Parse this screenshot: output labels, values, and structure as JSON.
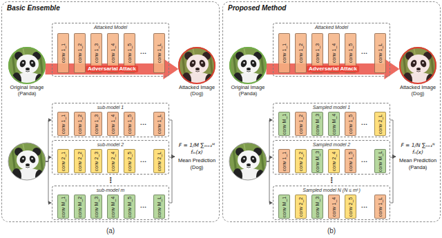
{
  "diagram": {
    "nodes": [
      {
        "text": [
          "Basic Ensemble"
        ]
      },
      {
        "text": [
          "Original Image (Panda)"
        ],
        "in": 0
      },
      {
        "text": [
          "Attacked Model"
        ],
        "in": 0
      },
      {
        "text": [
          "conv 1_1"
        ],
        "in": 2
      },
      {
        "text": [
          "conv 1_2"
        ],
        "in": 2
      },
      {
        "text": [
          "conv 1_3"
        ],
        "in": 2
      },
      {
        "text": [
          "conv 1_4"
        ],
        "in": 2
      },
      {
        "text": [
          "conv 1_5"
        ],
        "in": 2
      },
      {
        "text": [
          "conv 1_L"
        ],
        "in": 2
      },
      {
        "text": [
          "Attacked Image (Dog)"
        ],
        "in": 0
      },
      {
        "text": [
          "sub-model 1"
        ],
        "in": 0
      },
      {
        "text": [
          "conv 1_1"
        ],
        "in": 10
      },
      {
        "text": [
          "conv 1_2"
        ],
        "in": 10
      },
      {
        "text": [
          "conv 1_3"
        ],
        "in": 10
      },
      {
        "text": [
          "conv 1_4"
        ],
        "in": 10
      },
      {
        "text": [
          "conv 1_5"
        ],
        "in": 10
      },
      {
        "text": [
          "conv 1_L"
        ],
        "in": 10
      },
      {
        "text": [
          "sub-model 2"
        ],
        "in": 0
      },
      {
        "text": [
          "conv 2_1"
        ],
        "in": 17
      },
      {
        "text": [
          "conv 2_2"
        ],
        "in": 17
      },
      {
        "text": [
          "conv 2_3"
        ],
        "in": 17
      },
      {
        "text": [
          "conv 2_4"
        ],
        "in": 17
      },
      {
        "text": [
          "conv 2_5"
        ],
        "in": 17
      },
      {
        "text": [
          "conv 2_L"
        ],
        "in": 17
      },
      {
        "text": [
          "sub-model m"
        ],
        "in": 0
      },
      {
        "text": [
          "conv M_1"
        ],
        "in": 24
      },
      {
        "text": [
          "conv M_2"
        ],
        "in": 24
      },
      {
        "text": [
          "conv M_3"
        ],
        "in": 24
      },
      {
        "text": [
          "conv M_4"
        ],
        "in": 24
      },
      {
        "text": [
          "conv M_5"
        ],
        "in": 24
      },
      {
        "text": [
          "conv M_L"
        ],
        "in": 24
      },
      {
        "text": [
          "F = 1/M ∑ₘ₌₁ᴹ fₘ(x)",
          "Mean Prediction (Dog)"
        ],
        "in": 0
      },
      {
        "text": [
          "Proposed Method"
        ]
      },
      {
        "text": [
          "Original Image (Panda)"
        ],
        "in": 32
      },
      {
        "text": [
          "Attacked Model"
        ],
        "in": 32
      },
      {
        "text": [
          "conv 1_1"
        ],
        "in": 34
      },
      {
        "text": [
          "conv 1_2"
        ],
        "in": 34
      },
      {
        "text": [
          "conv 1_3"
        ],
        "in": 34
      },
      {
        "text": [
          "conv 1_4"
        ],
        "in": 34
      },
      {
        "text": [
          "conv 1_5"
        ],
        "in": 34
      },
      {
        "text": [
          "conv 1_L"
        ],
        "in": 34
      },
      {
        "text": [
          "Attacked Image (Dog)"
        ],
        "in": 32
      },
      {
        "text": [
          "Sampled model 1"
        ],
        "in": 32
      },
      {
        "text": [
          "conv M_1"
        ],
        "in": 42
      },
      {
        "text": [
          "conv 1_2"
        ],
        "in": 42
      },
      {
        "text": [
          "conv M_3"
        ],
        "in": 42
      },
      {
        "text": [
          "conv M_4"
        ],
        "in": 42
      },
      {
        "text": [
          "conv 1_5"
        ],
        "in": 42
      },
      {
        "text": [
          "conv 2_L"
        ],
        "in": 42
      },
      {
        "text": [
          "Sampled model 2"
        ],
        "in": 32
      },
      {
        "text": [
          "conv 1_1"
        ],
        "in": 49
      },
      {
        "text": [
          "conv 2_2"
        ],
        "in": 49
      },
      {
        "text": [
          "conv M_3"
        ],
        "in": 49
      },
      {
        "text": [
          "conv 2_4"
        ],
        "in": 49
      },
      {
        "text": [
          "conv 1_5"
        ],
        "in": 49
      },
      {
        "text": [
          "conv M_L"
        ],
        "in": 49
      },
      {
        "text": [
          "Sampled model N (N ≤ mᴸ)"
        ],
        "in": 32
      },
      {
        "text": [
          "conv M_1"
        ],
        "in": 56
      },
      {
        "text": [
          "conv 2_2"
        ],
        "in": 56
      },
      {
        "text": [
          "conv M_3"
        ],
        "in": 56
      },
      {
        "text": [
          "conv 1_4"
        ],
        "in": 56
      },
      {
        "text": [
          "conv 2_5"
        ],
        "in": 56
      },
      {
        "text": [
          "conv 1_L"
        ],
        "in": 56
      },
      {
        "text": [
          "F = 1/N ∑ₙ₌₁ᴺ fₙ(x)",
          "Mean Prediction (Panda)"
        ],
        "in": 32
      }
    ],
    "edges": [
      {
        "from": 1,
        "to": 9,
        "label": "Adversarial Attack",
        "arrow": "to"
      },
      {
        "from": 10,
        "to": 31,
        "arrow": "to"
      },
      {
        "from": 17,
        "to": 31,
        "arrow": "to"
      },
      {
        "from": 24,
        "to": 31,
        "arrow": "to"
      },
      {
        "from": 33,
        "to": 41,
        "label": "Adversarial Attack",
        "arrow": "to"
      },
      {
        "from": 42,
        "to": 63,
        "arrow": "to"
      },
      {
        "from": 49,
        "to": 63,
        "arrow": "to"
      },
      {
        "from": 56,
        "to": 63,
        "arrow": "to"
      }
    ],
    "labels": [
      "•••",
      "•••",
      "•••",
      "⋮",
      "•••",
      "•••",
      "•••",
      "•••",
      "⋮",
      "•••",
      "(a)",
      "(b)"
    ]
  }
}
